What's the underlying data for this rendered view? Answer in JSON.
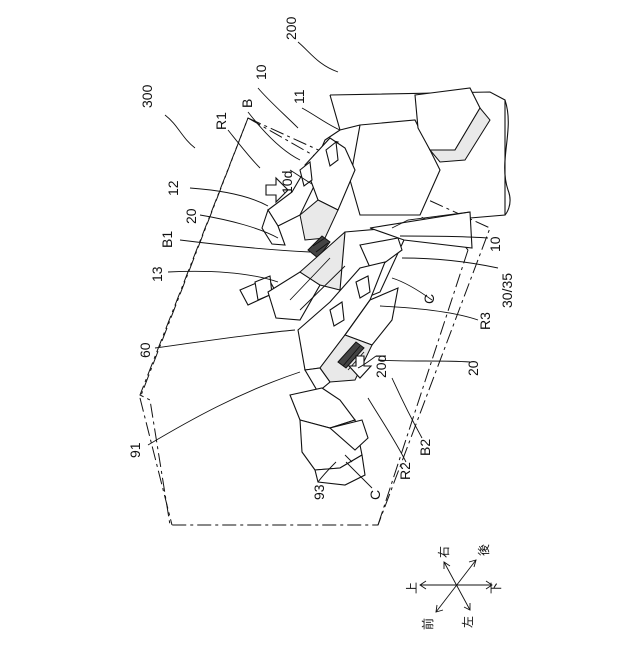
{
  "labels": {
    "l300": "300",
    "l200": "200",
    "l10a": "10",
    "l11": "11",
    "lB": "B",
    "lR1": "R1",
    "l10d": "10d",
    "l12": "12",
    "l20a": "20",
    "lB1": "B1",
    "l13": "13",
    "l10b": "10",
    "l3035": "30/35",
    "lCa": "C",
    "lR3": "R3",
    "l60": "60",
    "l20d": "20d",
    "l20b": "20",
    "l91": "91",
    "lB2": "B2",
    "lR2": "R2",
    "l93": "93",
    "lCb": "C"
  },
  "directions": {
    "up": "上",
    "down": "下",
    "right": "右",
    "rear": "後",
    "front": "前",
    "left": "左"
  }
}
